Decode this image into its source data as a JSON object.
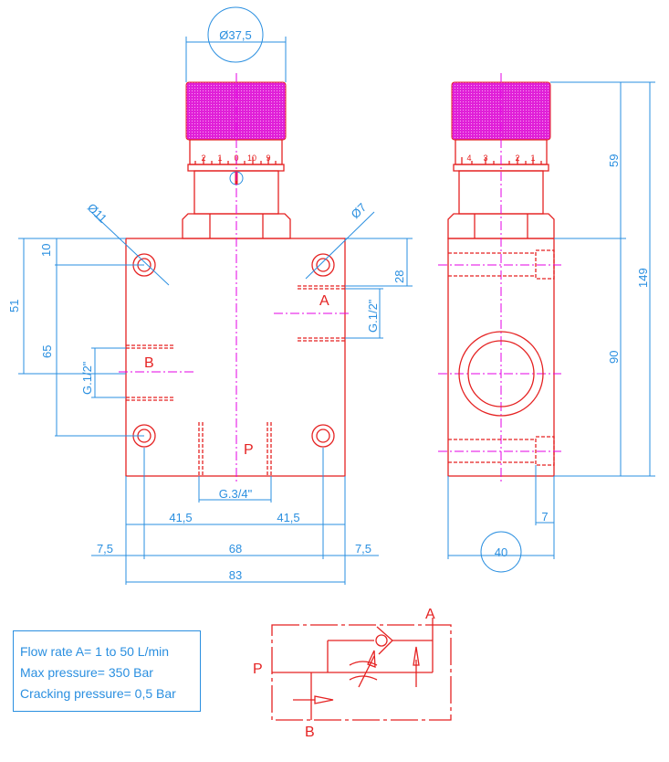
{
  "colors": {
    "outline": "#e52222",
    "dimension": "#2a8fe0",
    "centerline": "#e600e6",
    "knob": "#e020d8"
  },
  "front_view": {
    "knob_diameter": "Ø37,5",
    "hole_large": "Ø11",
    "hole_small": "Ø7",
    "dial_scale": [
      "2",
      "1",
      "0",
      "10",
      "9"
    ],
    "ports": {
      "a": "A",
      "b": "B",
      "p": "P"
    },
    "thread_a": "G.1/2\"",
    "thread_b": "G.1/2\"",
    "thread_p": "G.3/4\"",
    "dims": {
      "d10": "10",
      "d51": "51",
      "d65": "65",
      "d28": "28",
      "d41_left": "41,5",
      "d41_right": "41,5",
      "d7_left": "7,5",
      "d68": "68",
      "d7_right": "7,5",
      "d83": "83"
    }
  },
  "side_view": {
    "dial_scale": [
      "4",
      "3",
      "2",
      "1"
    ],
    "dims": {
      "d59": "59",
      "d149": "149",
      "d90": "90",
      "d7": "7",
      "d40": "40"
    }
  },
  "specs": [
    "Flow rate A= 1 to 50 L/min",
    "Max pressure= 350 Bar",
    "Cracking pressure= 0,5 Bar"
  ],
  "symbol": {
    "a": "A",
    "p": "P",
    "b": "B"
  }
}
